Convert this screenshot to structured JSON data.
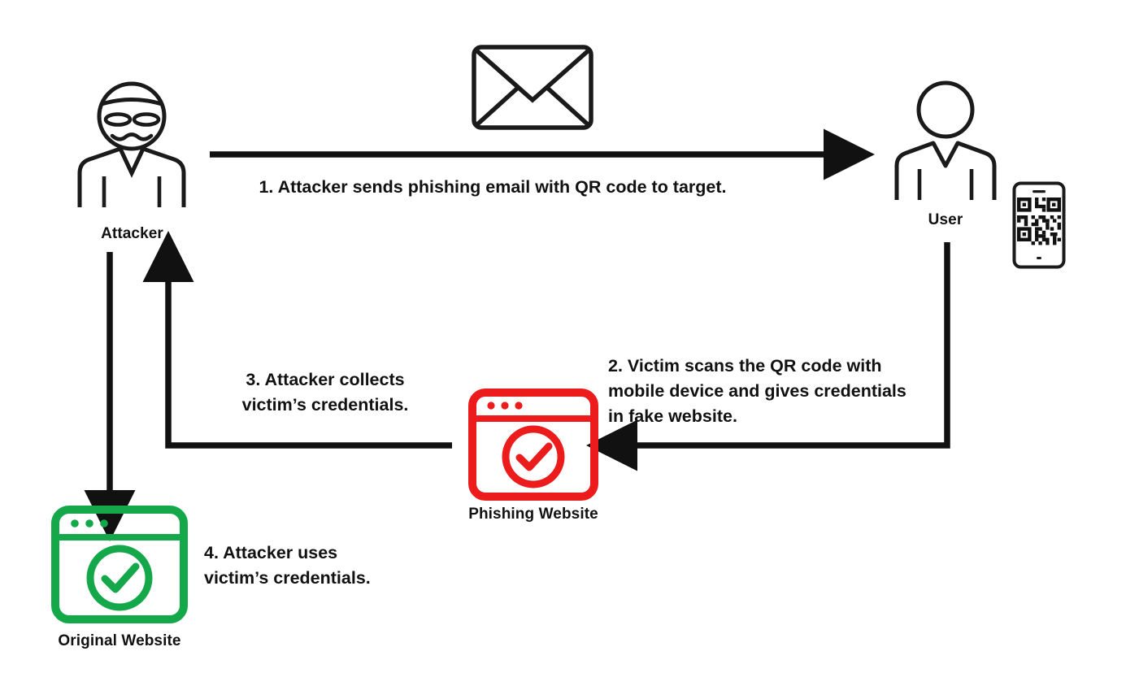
{
  "diagram": {
    "title": "QR code phishing (quishing) attack flow",
    "background": "#ffffff",
    "colors": {
      "stroke": "#1a1a1a",
      "text": "#111111",
      "phishing_red": "#ED1C1C",
      "original_green": "#14A84A"
    }
  },
  "actors": {
    "attacker": {
      "label": "Attacker",
      "icon": "masked-person-icon"
    },
    "user": {
      "label": "User",
      "icon": "person-icon"
    },
    "phone": {
      "icon": "smartphone-qr-code-icon"
    },
    "envelope": {
      "icon": "envelope-icon"
    },
    "phishing_site": {
      "label": "Phishing Website",
      "icon": "browser-window-check-icon",
      "color": "#ED1C1C"
    },
    "original_site": {
      "label": "Original Website",
      "icon": "browser-window-check-icon",
      "color": "#14A84A"
    }
  },
  "steps": [
    {
      "id": 1,
      "text": "1. Attacker sends phishing email with QR code to target.",
      "lines": [
        "1. Attacker sends phishing email with QR code to target."
      ],
      "from": "attacker",
      "to": "user",
      "align": "center"
    },
    {
      "id": 2,
      "text": "2. Victim scans the QR code with mobile device and gives credentials in fake website.",
      "lines": [
        "2. Victim scans the QR code with",
        "mobile device and gives credentials",
        "in fake website."
      ],
      "from": "user",
      "to": "phishing_site",
      "align": "left"
    },
    {
      "id": 3,
      "text": "3. Attacker collects victim’s credentials.",
      "lines": [
        "3. Attacker collects",
        "victim’s credentials."
      ],
      "from": "phishing_site",
      "to": "attacker",
      "align": "center"
    },
    {
      "id": 4,
      "text": "4. Attacker uses victim’s credentials.",
      "lines": [
        "4. Attacker uses",
        "victim’s credentials."
      ],
      "from": "attacker",
      "to": "original_site",
      "align": "left"
    }
  ],
  "arrows": [
    {
      "name": "arrow-step-1",
      "direction": "right"
    },
    {
      "name": "arrow-step-2",
      "direction": "down-then-left"
    },
    {
      "name": "arrow-step-3",
      "direction": "left-then-up"
    },
    {
      "name": "arrow-step-4",
      "direction": "down"
    }
  ]
}
